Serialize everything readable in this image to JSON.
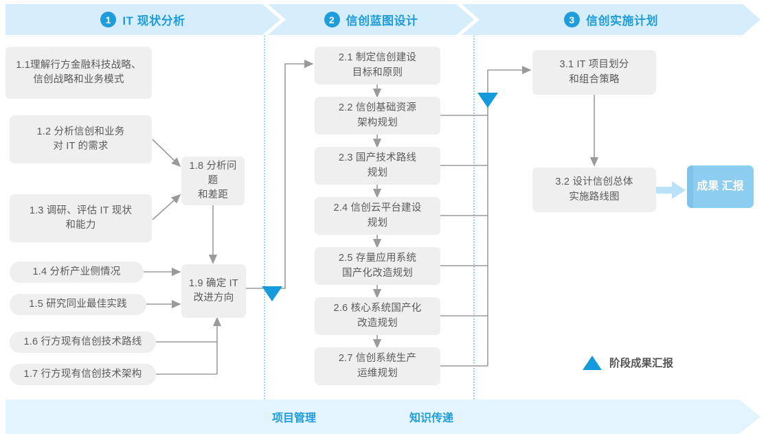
{
  "phases": [
    {
      "num": "1",
      "title": "IT 现状分析"
    },
    {
      "num": "2",
      "title": "信创蓝图设计"
    },
    {
      "num": "3",
      "title": "信创实施计划"
    }
  ],
  "phase1_nodes": [
    {
      "id": "1.1",
      "lines": [
        "1.1理解行方金融科技战略、",
        "信创战略和业务模式"
      ]
    },
    {
      "id": "1.2",
      "lines": [
        "1.2 分析信创和业务",
        "对 IT 的需求"
      ]
    },
    {
      "id": "1.3",
      "lines": [
        "1.3 调研、评估 IT 现状",
        "和能力"
      ]
    },
    {
      "id": "1.4",
      "lines": [
        "1.4 分析产业侧情况"
      ]
    },
    {
      "id": "1.5",
      "lines": [
        "1.5 研究同业最佳实践"
      ]
    },
    {
      "id": "1.6",
      "lines": [
        "1.6 行方现有信创技术路线"
      ]
    },
    {
      "id": "1.7",
      "lines": [
        "1.7 行方现有信创技术架构"
      ]
    },
    {
      "id": "1.8",
      "lines": [
        "1.8 分析问题",
        "和差距"
      ]
    },
    {
      "id": "1.9",
      "lines": [
        "1.9 确定 IT",
        "改进方向"
      ]
    }
  ],
  "phase2_nodes": [
    {
      "id": "2.1",
      "lines": [
        "2.1 制定信创建设",
        "目标和原则"
      ]
    },
    {
      "id": "2.2",
      "lines": [
        "2.2 信创基础资源",
        "架构规划"
      ]
    },
    {
      "id": "2.3",
      "lines": [
        "2.3 国产技术路线",
        "规划"
      ]
    },
    {
      "id": "2.4",
      "lines": [
        "2.4 信创云平台建设",
        "规划"
      ]
    },
    {
      "id": "2.5",
      "lines": [
        "2.5 存量应用系统",
        "国产化改造规划"
      ]
    },
    {
      "id": "2.6",
      "lines": [
        "2.6 核心系统国产化",
        "改造规划"
      ]
    },
    {
      "id": "2.7",
      "lines": [
        "2.7 信创系统生产",
        "运维规划"
      ]
    }
  ],
  "phase3_nodes": [
    {
      "id": "3.1",
      "lines": [
        "3.1 IT 项目划分",
        "和组合策略"
      ]
    },
    {
      "id": "3.2",
      "lines": [
        "3.2 设计信创总体",
        "实施路线图"
      ]
    }
  ],
  "outcome": {
    "lines": [
      "成果",
      "汇报"
    ]
  },
  "legend": {
    "marker": "milestone-triangle",
    "label": "阶段成果汇报"
  },
  "footer": {
    "items": [
      "项目管理",
      "知识传递"
    ]
  },
  "colors": {
    "accent": "#1e9cdb",
    "band": "#d6eefb",
    "band_light": "#e3f4fc",
    "node_fill": "#efefef",
    "node_text": "#5a5a5a",
    "connector": "#8c8c8c",
    "outcome_fill": "#8ccdf0",
    "divider": "#3fb3e8"
  }
}
